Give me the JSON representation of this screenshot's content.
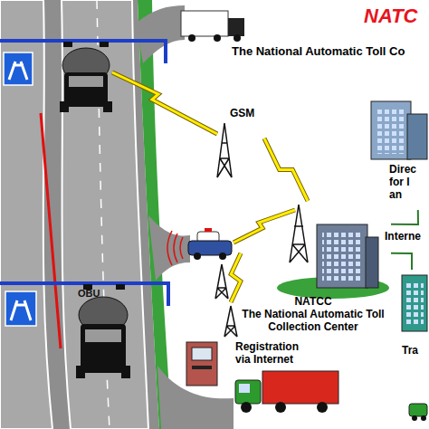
{
  "diagram": {
    "title": "The National Automatic Toll Co",
    "nodes": [
      {
        "text": [
          "GSM"
        ]
      },
      {
        "text": [
          "Direc for I an"
        ]
      },
      {
        "text": [
          "NATCC",
          "The National Automatic Toll Collection Center"
        ]
      },
      {
        "text": [
          "Registration via Internet"
        ]
      },
      {
        "text": [
          "Tra"
        ]
      }
    ],
    "edges": [
      {
        "from": 0,
        "to": 2,
        "arrow": "none"
      },
      {
        "from": 3,
        "to": 2,
        "arrow": "none"
      },
      {
        "from": 2,
        "to": 1,
        "arrow": "none",
        "label": "Interne"
      },
      {
        "from": 2,
        "to": 4,
        "arrow": "none"
      }
    ],
    "labels": [
      "NATC",
      "OBU"
    ]
  }
}
